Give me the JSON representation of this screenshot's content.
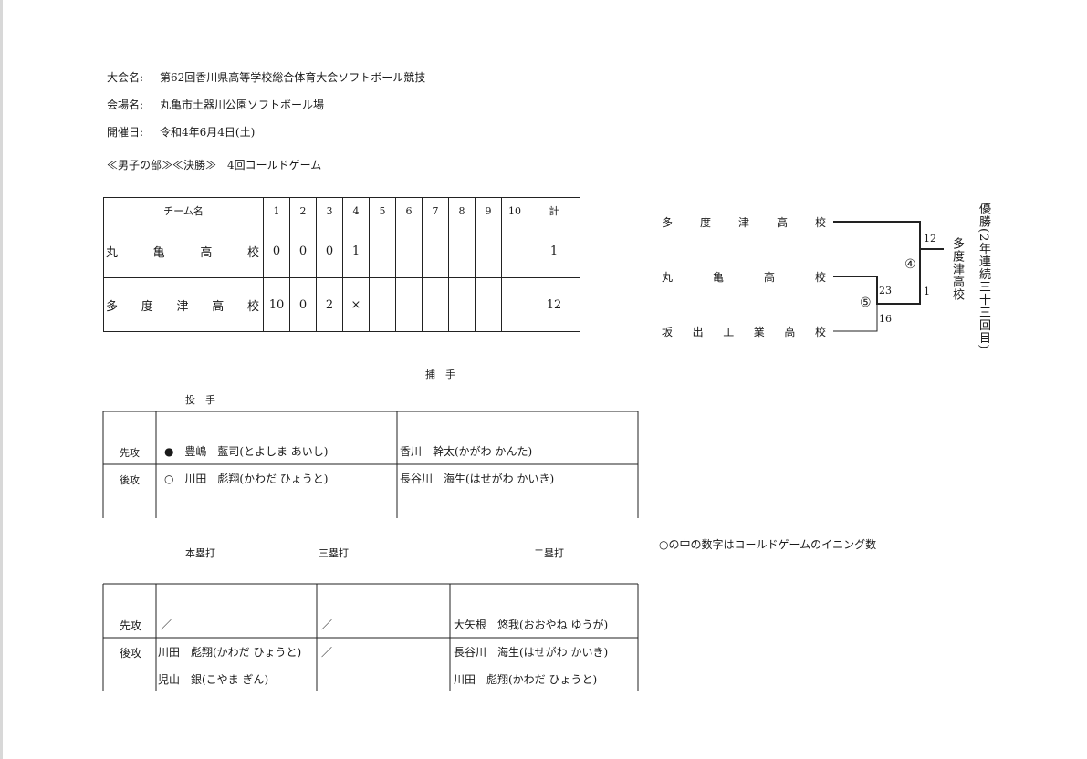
{
  "header": {
    "tournament_label": "大会名:",
    "tournament_value": "第62回香川県高等学校総合体育大会ソフトボール競技",
    "venue_label": "会場名:",
    "venue_value": "丸亀市土器川公園ソフトボール場",
    "date_label": "開催日:",
    "date_value": "令和4年6月4日(土)",
    "division": "≪男子の部≫≪決勝≫　4回コールドゲーム"
  },
  "score_table": {
    "team_header": "チーム名",
    "innings": [
      "1",
      "2",
      "3",
      "4",
      "5",
      "6",
      "7",
      "8",
      "9",
      "10"
    ],
    "total_header": "計",
    "rows": [
      {
        "team": "丸亀高校",
        "team_chars": [
          "丸",
          "亀",
          "高",
          "校"
        ],
        "scores": [
          "0",
          "0",
          "0",
          "1",
          "",
          "",
          "",
          "",
          "",
          ""
        ],
        "total": "1"
      },
      {
        "team": "多度津高校",
        "team_chars": [
          "多",
          "度",
          "津",
          "高",
          "校"
        ],
        "scores": [
          "10",
          "0",
          "2",
          "×",
          "",
          "",
          "",
          "",
          "",
          ""
        ],
        "total": "12"
      }
    ]
  },
  "battery": {
    "catcher_header": "捕　手",
    "pitcher_header": "投　手",
    "rows": [
      {
        "side": "先攻",
        "mark": "●",
        "pitcher": "豊嶋　藍司(とよしま あいし)",
        "catcher": "香川　幹太(かがわ かんた)"
      },
      {
        "side": "後攻",
        "mark": "○",
        "pitcher": "川田　彪翔(かわだ ひょうと)",
        "catcher": "長谷川　海生(はせがわ かいき)"
      }
    ]
  },
  "hits": {
    "hr_header": "本塁打",
    "triple_header": "三塁打",
    "double_header": "二塁打",
    "first_side": "先攻",
    "second_side": "後攻",
    "first_hr": "／",
    "first_triple": "／",
    "first_double": "大矢根　悠我(おおやね ゆうが)",
    "second_hr_1": "川田　彪翔(かわだ ひょうと)",
    "second_hr_2": "児山　銀(こやま ぎん)",
    "second_triple": "／",
    "second_double_1": "長谷川　海生(はせがわ かいき)",
    "second_double_2": "川田　彪翔(かわだ ひょうと)"
  },
  "bracket": {
    "teams": [
      {
        "name": "多度津高校",
        "chars": [
          "多",
          "度",
          "津",
          "高",
          "校"
        ]
      },
      {
        "name": "丸亀高校",
        "chars": [
          "丸",
          "亀",
          "高",
          "校"
        ]
      },
      {
        "name": "坂出工業高校",
        "chars": [
          "坂",
          "出",
          "工",
          "業",
          "高",
          "校"
        ]
      }
    ],
    "semi_inning": "⑤",
    "semi_score_top": "23",
    "semi_score_bottom": "16",
    "final_inning": "④",
    "final_score_top": "12",
    "final_score_bottom": "1",
    "winner": "多度津高校",
    "champion_note": "優勝(2年連続三十三回目)"
  },
  "note": "○の中の数字はコールドゲームのイニング数"
}
